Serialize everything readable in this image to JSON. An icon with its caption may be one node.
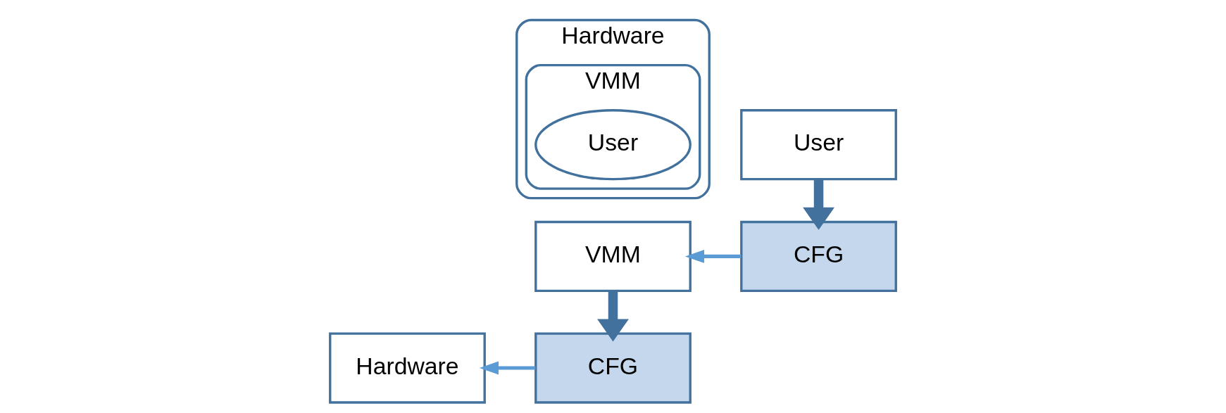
{
  "diagram": {
    "nodes": [
      {
        "text": [
          "Hardware"
        ]
      },
      {
        "text": [
          "VMM"
        ],
        "in": 0
      },
      {
        "text": [
          "User"
        ],
        "in": 1
      },
      {
        "text": [
          "User"
        ]
      },
      {
        "text": [
          "VMM"
        ]
      },
      {
        "text": [
          "CFG"
        ]
      },
      {
        "text": [
          "Hardware"
        ]
      },
      {
        "text": [
          "CFG"
        ]
      }
    ],
    "edges": [
      {
        "from": 3,
        "to": 5,
        "arrow": "to",
        "style": "thick"
      },
      {
        "from": 5,
        "to": 4,
        "arrow": "to",
        "color": "#5b9bd5"
      },
      {
        "from": 4,
        "to": 7,
        "arrow": "to",
        "style": "thick"
      },
      {
        "from": 7,
        "to": 6,
        "arrow": "to",
        "color": "#5b9bd5"
      }
    ]
  }
}
